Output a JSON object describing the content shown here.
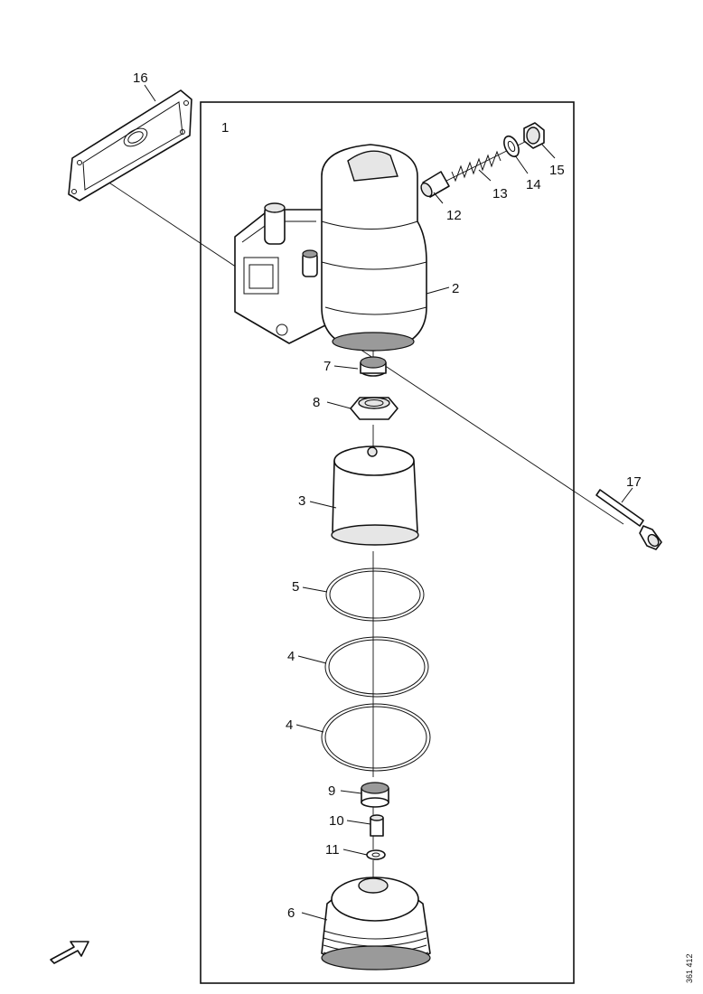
{
  "diagram": {
    "assembly_label": "1",
    "reference_number": "361 412",
    "parts": [
      {
        "id": "p1",
        "label": "1"
      },
      {
        "id": "p2",
        "label": "2"
      },
      {
        "id": "p3",
        "label": "3"
      },
      {
        "id": "p4a",
        "label": "4"
      },
      {
        "id": "p4b",
        "label": "4"
      },
      {
        "id": "p5",
        "label": "5"
      },
      {
        "id": "p6",
        "label": "6"
      },
      {
        "id": "p7",
        "label": "7"
      },
      {
        "id": "p8",
        "label": "8"
      },
      {
        "id": "p9",
        "label": "9"
      },
      {
        "id": "p10",
        "label": "10"
      },
      {
        "id": "p11",
        "label": "11"
      },
      {
        "id": "p12",
        "label": "12"
      },
      {
        "id": "p13",
        "label": "13"
      },
      {
        "id": "p14",
        "label": "14"
      },
      {
        "id": "p15",
        "label": "15"
      },
      {
        "id": "p16",
        "label": "16"
      },
      {
        "id": "p17",
        "label": "17"
      }
    ]
  }
}
